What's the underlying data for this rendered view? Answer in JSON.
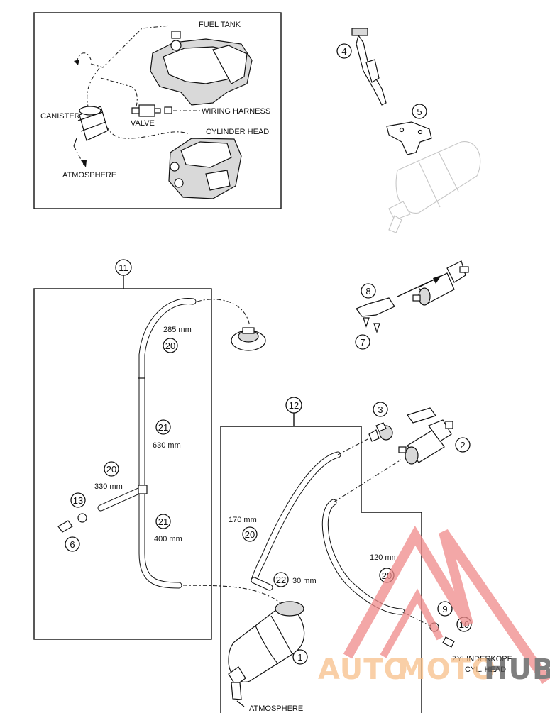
{
  "top_inset": {
    "labels": {
      "fuel_tank": "FUEL TANK",
      "canister": "CANISTER",
      "valve": "VALVE",
      "wiring_harness": "WIRING HARNESS",
      "cylinder_head": "CYLINDER HEAD",
      "atmosphere": "ATMOSPHERE"
    }
  },
  "callouts": {
    "c1": "1",
    "c2": "2",
    "c3": "3",
    "c4": "4",
    "c5": "5",
    "c6": "6",
    "c7": "7",
    "c8": "8",
    "c9": "9",
    "c10": "10",
    "c11": "11",
    "c12": "12",
    "c13": "13",
    "c20a": "20",
    "c20b": "20",
    "c20c": "20",
    "c20d": "20",
    "c21a": "21",
    "c21b": "21",
    "c22": "22"
  },
  "lengths": {
    "l285": "285 mm",
    "l630": "630 mm",
    "l330": "330 mm",
    "l400": "400 mm",
    "l170": "170 mm",
    "l30": "30 mm",
    "l120": "120 mm"
  },
  "bottom_labels": {
    "atmosphere": "ATMOSPHERE",
    "zylinderkopf": "ZYLINDERKOPF",
    "cyl_head": "CYL. HEAD"
  },
  "watermark": {
    "part1": "AUTO",
    "part2": "MOTO",
    "part3": "HUB",
    "colors": {
      "triangle": "#f08a8a",
      "auto": "#f7c08a",
      "hub": "#555555"
    }
  }
}
